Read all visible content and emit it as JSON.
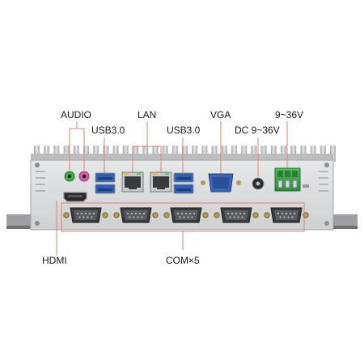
{
  "labels": {
    "audio": "AUDIO",
    "usb3_left": "USB3.0",
    "lan": "LAN",
    "usb3_right": "USB3.0",
    "vga": "VGA",
    "dc": "DC 9~36V",
    "power_range": "9~36V",
    "hdmi": "HDMI",
    "com": "COM×5"
  },
  "colors": {
    "chassis": "#d9dadb",
    "fins": "#c9cacc",
    "callout_line": "#d98f7a",
    "usb_blue": "#2f5fb4",
    "vga_blue": "#3b66b8",
    "terminal_green": "#37a04a",
    "audio_green": "#3fa84a",
    "audio_pink": "#cf5aa0",
    "com_gold": "#b89a4c"
  },
  "components": {
    "audio_ports": [
      "audio-jack-green-icon",
      "audio-jack-pink-icon"
    ],
    "usb_ports": 4,
    "lan_ports": 2,
    "vga_ports": 1,
    "dc_jack": 1,
    "power_terminal": 1,
    "hdmi_ports": 1,
    "com_ports": 5
  }
}
